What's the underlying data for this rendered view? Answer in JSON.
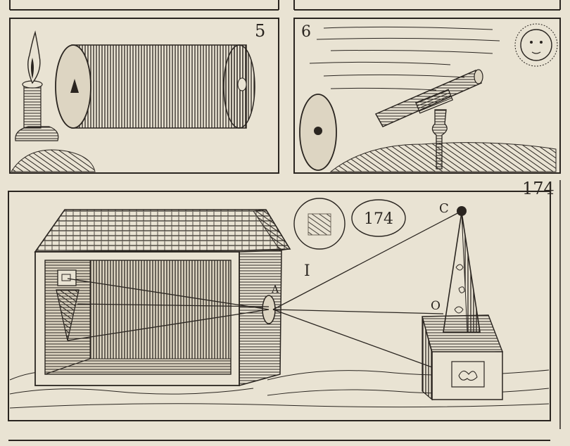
{
  "colors": {
    "paper": "#e9e3d3",
    "paper_shade": "#ddd5c2",
    "ink": "#2a2520",
    "ink_light": "#5a5247"
  },
  "panels": {
    "panel_5_number": "5",
    "panel_6_number": "6",
    "corner_page_number": "174"
  },
  "figure": {
    "circle_number": "174",
    "label_c": "C",
    "label_a": "A",
    "label_i": "I",
    "label_o": "O"
  }
}
